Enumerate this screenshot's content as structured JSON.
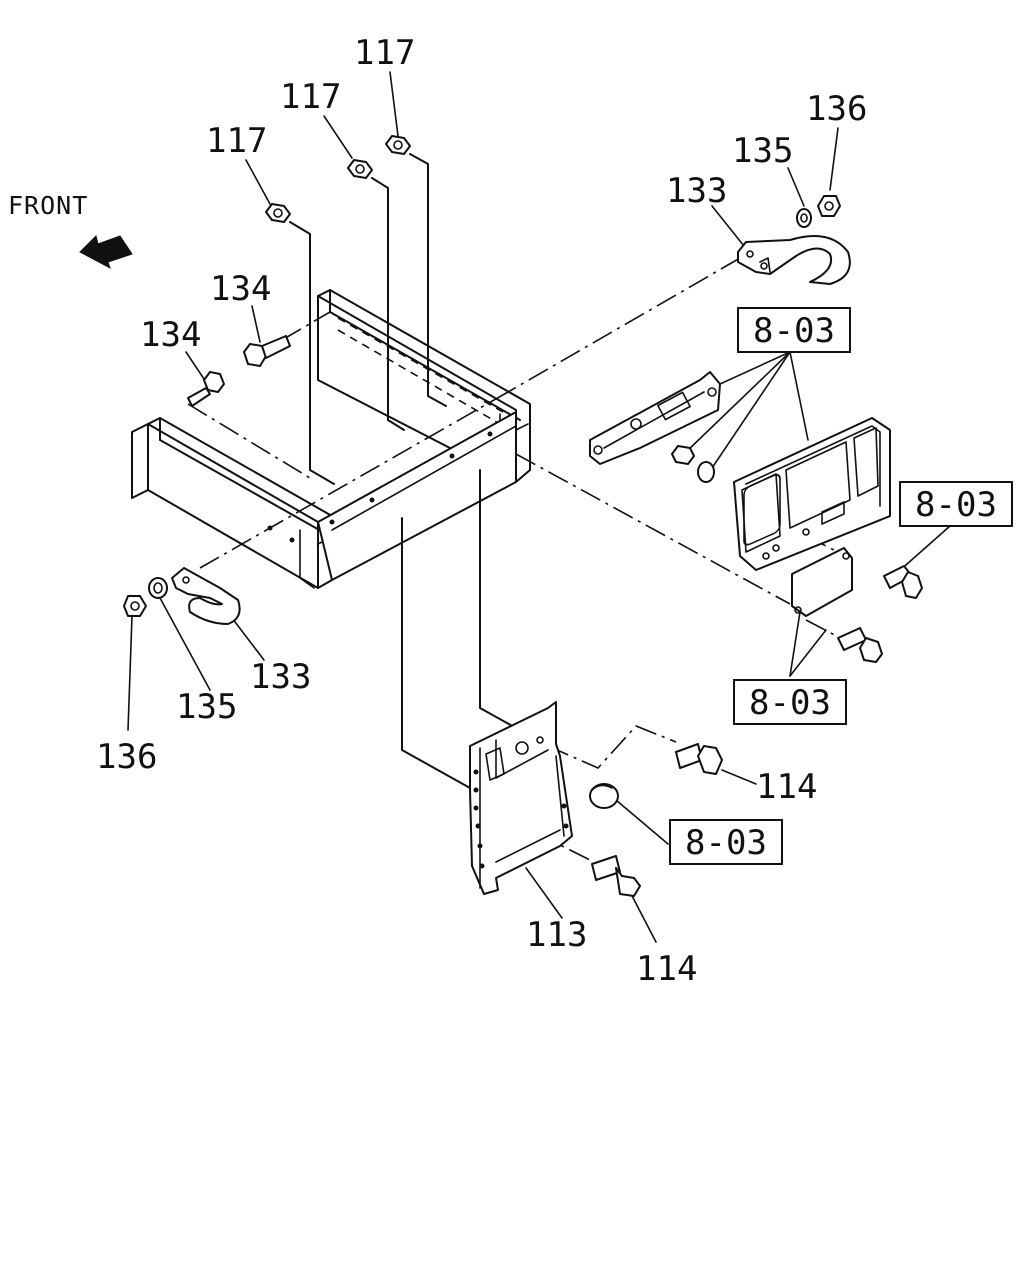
{
  "diagram": {
    "front_label": "FRONT",
    "labels": {
      "nut_117_a": "117",
      "nut_117_b": "117",
      "nut_117_c": "117",
      "nut_136_right": "136",
      "washer_135_right": "135",
      "hook_133_right": "133",
      "bolt_134_upper": "134",
      "bolt_134_lower": "134",
      "hook_133_left": "133",
      "washer_135_left": "135",
      "nut_136_left": "136",
      "bolt_114_upper": "114",
      "bolt_114_lower": "114",
      "bracket_113": "113"
    },
    "ref_boxes": {
      "ref_plate_top": "8-03",
      "ref_bolt_right": "8-03",
      "ref_plate_bottom": "8-03",
      "ref_plug": "8-03"
    }
  }
}
